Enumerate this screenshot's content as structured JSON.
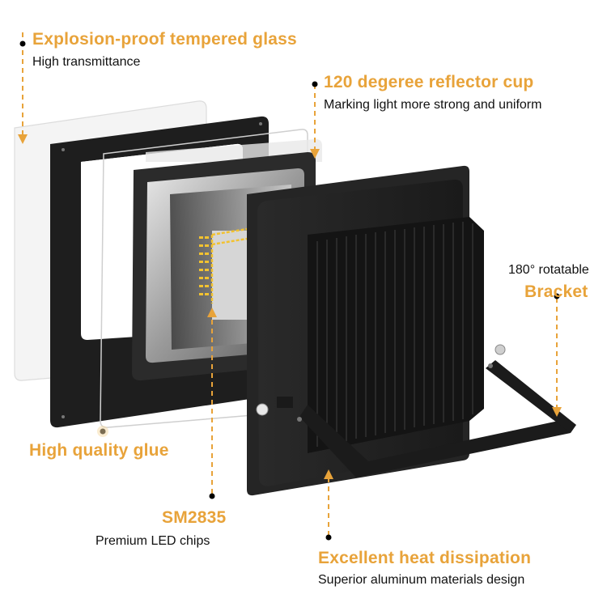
{
  "accent_color": "#E8A33A",
  "callouts": {
    "glass": {
      "title": "Explosion-proof tempered glass",
      "subtitle": "High transmittance"
    },
    "reflector": {
      "title": "120 degeree reflector cup",
      "subtitle": "Marking light more strong and uniform"
    },
    "bracket": {
      "subtitle": "180° rotatable",
      "title": "Bracket"
    },
    "glue": {
      "title": "High quality glue"
    },
    "chips": {
      "title": "SM2835",
      "subtitle": "Premium LED chips"
    },
    "heat": {
      "title": "Excellent heat dissipation",
      "subtitle": "Superior aluminum materials design"
    }
  },
  "product": {
    "name": "LED flood light exploded view",
    "parts": [
      "tempered-glass",
      "front-frame",
      "glue-gasket",
      "reflector-cup",
      "led-chips",
      "heatsink-housing",
      "bracket"
    ]
  }
}
